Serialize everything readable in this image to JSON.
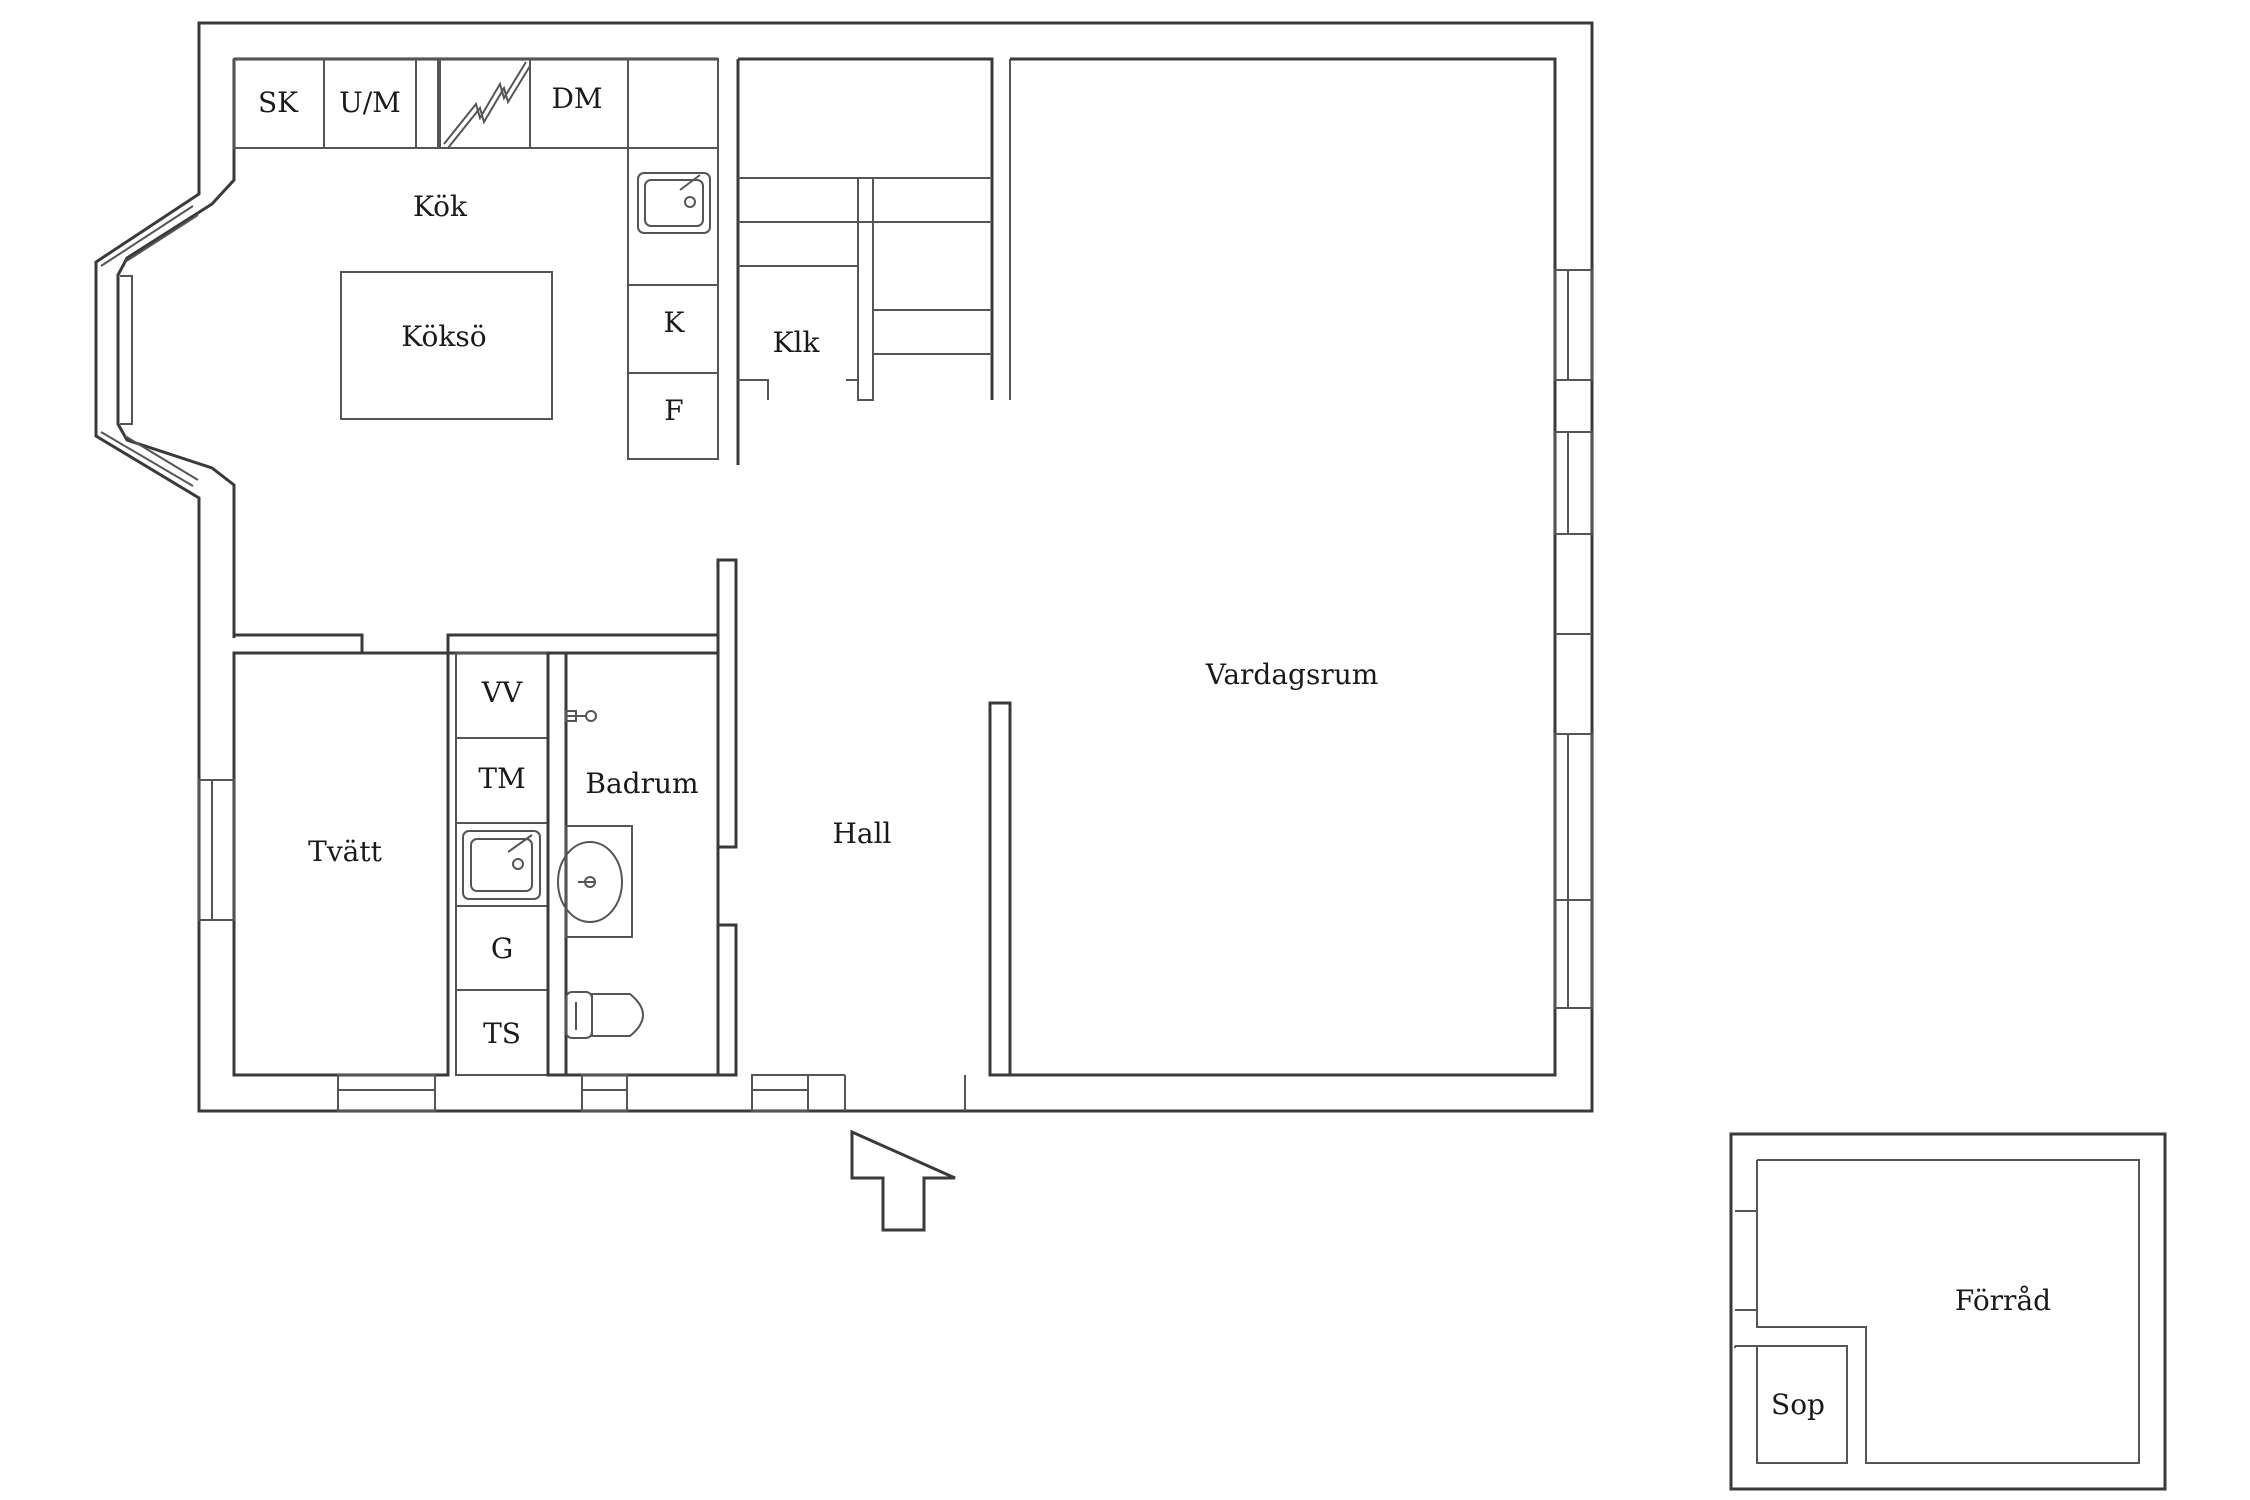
{
  "colors": {
    "wall": "#3a3a3a",
    "text": "#1a1a1a",
    "background": "#ffffff"
  },
  "labels": {
    "sk": "SK",
    "um": "U/M",
    "dm": "DM",
    "kok": "Kök",
    "koksoe": "Köksö",
    "k": "K",
    "f": "F",
    "klk": "Klk",
    "vardagsrum": "Vardagsrum",
    "vv": "VV",
    "tm": "TM",
    "badrum": "Badrum",
    "hall": "Hall",
    "tvatt": "Tvätt",
    "g": "G",
    "ts": "TS",
    "forrad": "Förråd",
    "sop": "Sop"
  },
  "icons": {
    "entrance": "entrance-arrow-icon",
    "stove": "stove-icon",
    "sink": "sink-icon",
    "washbasin": "washbasin-icon",
    "toilet": "toilet-icon",
    "faucet": "faucet-icon"
  }
}
